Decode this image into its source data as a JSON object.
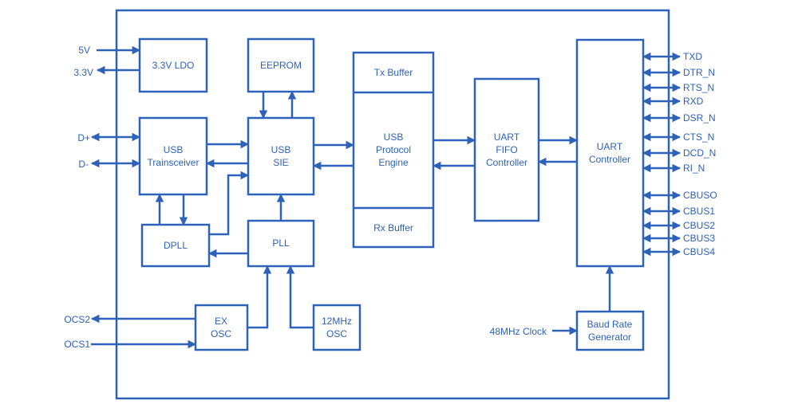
{
  "diagram": {
    "title": "USB to UART bridge block diagram",
    "color": "#2e62b8",
    "blocks": {
      "ldo": [
        "3.3V LDO"
      ],
      "eeprom": [
        "EEPROM"
      ],
      "transceiver": [
        "USB",
        "Trainsceiver"
      ],
      "sie": [
        "USB",
        "SIE"
      ],
      "dpll": [
        "DPLL"
      ],
      "pll": [
        "PLL"
      ],
      "exosc": [
        "EX",
        "OSC"
      ],
      "osc12": [
        "12MHz",
        "OSC"
      ],
      "txbuf": [
        "Tx Buffer"
      ],
      "engine": [
        "USB",
        "Protocol",
        "Engine"
      ],
      "rxbuf": [
        "Rx Buffer"
      ],
      "fifo": [
        "UART",
        "FIFO",
        "Controller"
      ],
      "uart": [
        "UART",
        "Controller"
      ],
      "baud": [
        "Baud Rate",
        "Generator"
      ]
    },
    "left_signals": {
      "v5": "5V",
      "v33": "3.3V",
      "dp": "D+",
      "dm": "D-",
      "ocs2": "OCS2",
      "ocs1": "OCS1"
    },
    "clock_input": "48MHz Clock",
    "uart_signals": [
      "TXD",
      "DTR_N",
      "RTS_N",
      "RXD",
      "DSR_N",
      "CTS_N",
      "DCD_N",
      "RI_N"
    ],
    "cbus_signals": [
      "CBUSO",
      "CBUS1",
      "CBUS2",
      "CBUS3",
      "CBUS4"
    ]
  }
}
